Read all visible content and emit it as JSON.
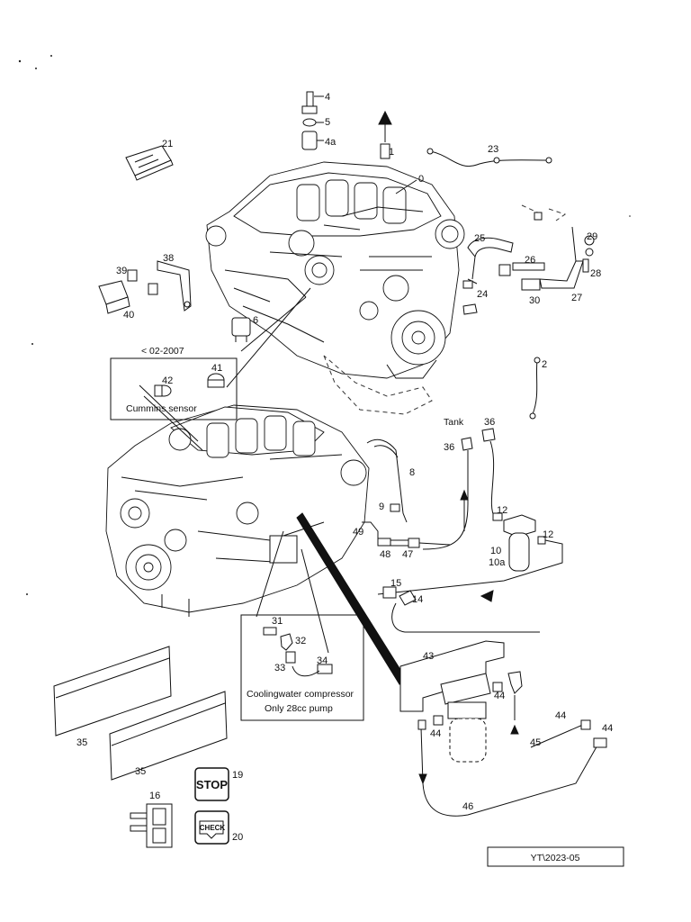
{
  "doc_ref": "YT\\2023-05",
  "box_date": {
    "label": "< 02-2007",
    "caption": "Cummins sensor"
  },
  "box_pump": {
    "line1": "Coolingwater compressor",
    "line2": "Only 28cc pump"
  },
  "tank_label": "Tank",
  "stop_label": "STOP",
  "check_label": "CHECK",
  "callouts": {
    "c0": "0",
    "c1": "1",
    "c2": "2",
    "c4": "4",
    "c4a": "4a",
    "c5": "5",
    "c6": "6",
    "c8": "8",
    "c9": "9",
    "c10": "10",
    "c10a": "10a",
    "c12a": "12",
    "c12b": "12",
    "c14": "14",
    "c15": "15",
    "c16": "16",
    "c19": "19",
    "c20": "20",
    "c21": "21",
    "c23": "23",
    "c24": "24",
    "c25": "25",
    "c26": "26",
    "c27": "27",
    "c28": "28",
    "c29": "29",
    "c30": "30",
    "c31": "31",
    "c32": "32",
    "c33": "33",
    "c34": "34",
    "c35a": "35",
    "c35b": "35",
    "c36a": "36",
    "c36b": "36",
    "c38": "38",
    "c39": "39",
    "c40": "40",
    "c41": "41",
    "c42": "42",
    "c43": "43",
    "c44a": "44",
    "c44b": "44",
    "c44c": "44",
    "c44d": "44",
    "c45": "45",
    "c46": "46",
    "c47": "47",
    "c48": "48",
    "c49": "49"
  }
}
